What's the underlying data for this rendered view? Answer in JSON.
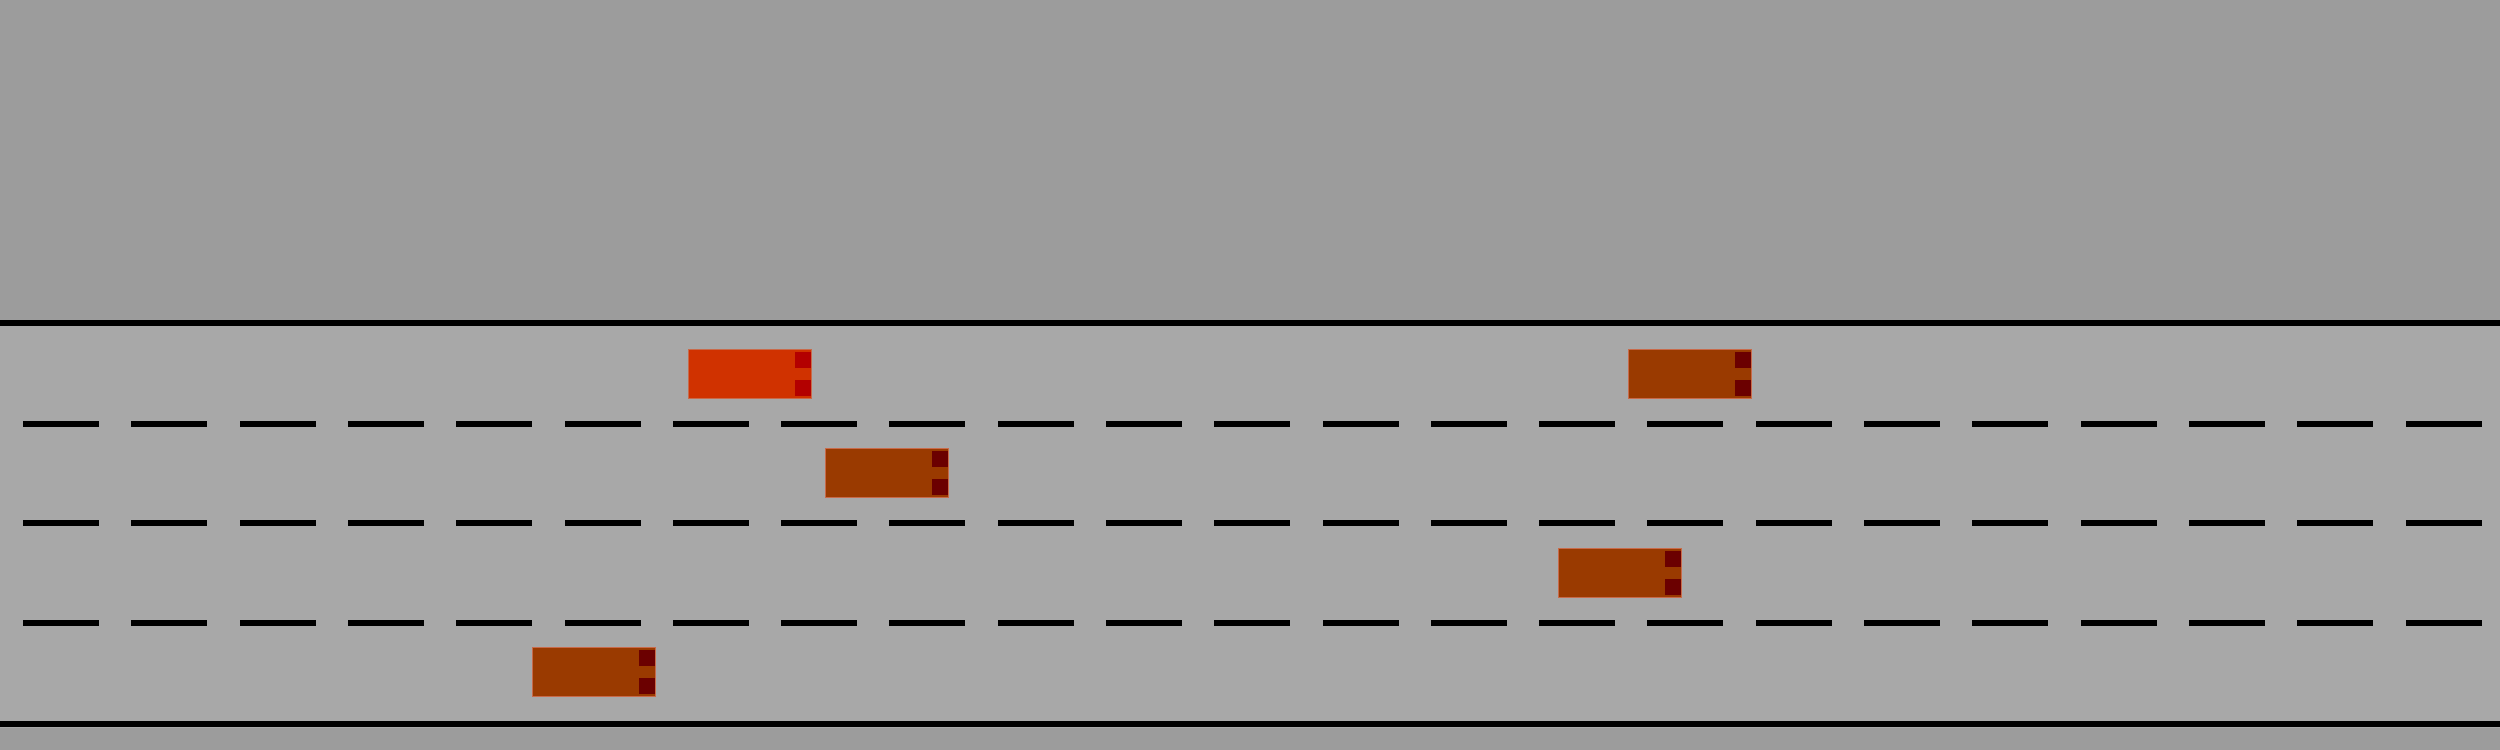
{
  "scene": {
    "title": "",
    "background_color": "#9c9c9c",
    "road_color": "#a8a8a8",
    "line_color": "#000000",
    "lane_count": 4
  },
  "ego_vehicle": {
    "lane": 1,
    "color": "#d03200",
    "light_color": "#b30000"
  },
  "other_vehicles": [
    {
      "lane": 1,
      "color": "#9a3a00",
      "light_color": "#6b0000"
    },
    {
      "lane": 2,
      "color": "#9a3a00",
      "light_color": "#6b0000"
    },
    {
      "lane": 3,
      "color": "#9a3a00",
      "light_color": "#6b0000"
    },
    {
      "lane": 4,
      "color": "#9a3a00",
      "light_color": "#6b0000"
    }
  ]
}
